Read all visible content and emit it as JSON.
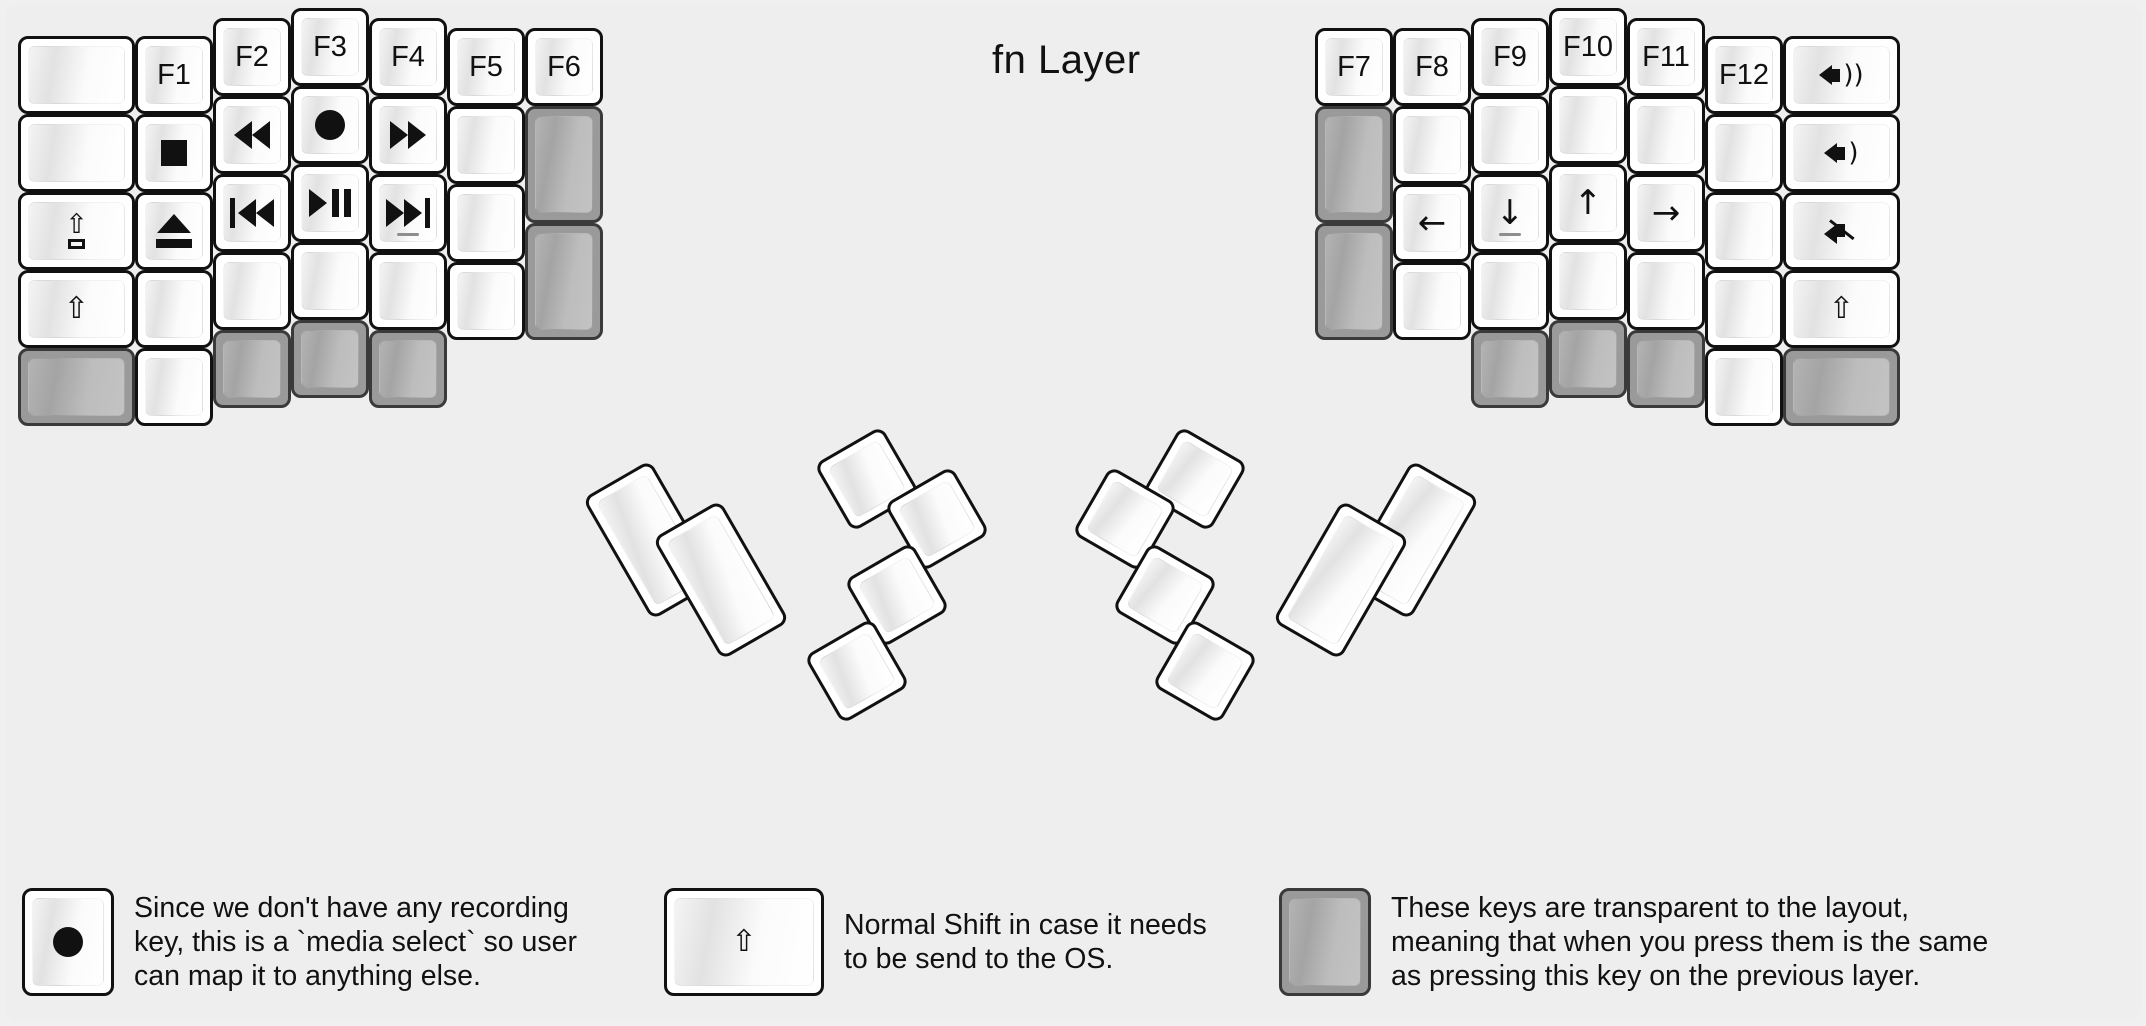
{
  "title": "fn Layer",
  "colors": {
    "background": "#f0f0f0",
    "frame": "#eeeeee",
    "key_outline": "#111111",
    "key_face_light": "#ffffff",
    "transparent_key": "#9a9a9a",
    "legend_text": "#111111"
  },
  "left_half": {
    "name": "left-keyboard-half",
    "columns": [
      {
        "name": "col-pinky-outer",
        "keys": [
          {
            "name": "key-blank-r1c1",
            "label": "",
            "glyph": "none",
            "state": "normal"
          },
          {
            "name": "key-blank-r2c1",
            "label": "",
            "glyph": "none",
            "state": "normal"
          },
          {
            "name": "key-caps-lock",
            "label": "",
            "glyph": "caps-lock-arrow",
            "state": "normal"
          },
          {
            "name": "key-shift-left",
            "label": "",
            "glyph": "shift-arrow",
            "state": "normal"
          },
          {
            "name": "key-transparent-r5c1",
            "label": "",
            "glyph": "none",
            "state": "transparent"
          }
        ]
      },
      {
        "name": "col-pinky",
        "keys": [
          {
            "name": "key-f1",
            "label": "F1",
            "glyph": "text",
            "state": "normal"
          },
          {
            "name": "key-media-stop",
            "label": "",
            "glyph": "media-stop",
            "state": "normal"
          },
          {
            "name": "key-media-eject",
            "label": "",
            "glyph": "media-eject",
            "state": "normal"
          },
          {
            "name": "key-blank-r4c2",
            "label": "",
            "glyph": "none",
            "state": "normal"
          },
          {
            "name": "key-blank-r5c2",
            "label": "",
            "glyph": "none",
            "state": "normal"
          }
        ]
      },
      {
        "name": "col-ring",
        "keys": [
          {
            "name": "key-f2",
            "label": "F2",
            "glyph": "text",
            "state": "normal"
          },
          {
            "name": "key-media-rewind",
            "label": "",
            "glyph": "media-rewind",
            "state": "normal"
          },
          {
            "name": "key-media-prev-track",
            "label": "",
            "glyph": "media-prev-track",
            "state": "normal"
          },
          {
            "name": "key-blank-r4c3",
            "label": "",
            "glyph": "none",
            "state": "normal"
          },
          {
            "name": "key-transparent-r5c3",
            "label": "",
            "glyph": "none",
            "state": "transparent"
          }
        ]
      },
      {
        "name": "col-middle",
        "keys": [
          {
            "name": "key-f3",
            "label": "F3",
            "glyph": "text",
            "state": "normal"
          },
          {
            "name": "key-media-record",
            "label": "",
            "glyph": "media-record",
            "state": "normal"
          },
          {
            "name": "key-media-play-pause",
            "label": "",
            "glyph": "media-play-pause",
            "state": "normal"
          },
          {
            "name": "key-blank-r4c4",
            "label": "",
            "glyph": "none",
            "state": "normal"
          },
          {
            "name": "key-transparent-r5c4",
            "label": "",
            "glyph": "none",
            "state": "transparent"
          }
        ]
      },
      {
        "name": "col-index",
        "keys": [
          {
            "name": "key-f4",
            "label": "F4",
            "glyph": "text",
            "state": "normal"
          },
          {
            "name": "key-media-fast-forward",
            "label": "",
            "glyph": "media-fast-forward",
            "state": "normal"
          },
          {
            "name": "key-media-next-track",
            "label": "",
            "glyph": "media-next-track",
            "state": "normal",
            "homing": true
          },
          {
            "name": "key-blank-r4c5",
            "label": "",
            "glyph": "none",
            "state": "normal"
          },
          {
            "name": "key-transparent-r5c5",
            "label": "",
            "glyph": "none",
            "state": "transparent"
          }
        ]
      },
      {
        "name": "col-index-inner",
        "keys": [
          {
            "name": "key-f5",
            "label": "F5",
            "glyph": "text",
            "state": "normal"
          },
          {
            "name": "key-blank-r2c6",
            "label": "",
            "glyph": "none",
            "state": "normal"
          },
          {
            "name": "key-blank-r3c6",
            "label": "",
            "glyph": "none",
            "state": "normal"
          },
          {
            "name": "key-blank-r4c6",
            "label": "",
            "glyph": "none",
            "state": "normal"
          }
        ]
      },
      {
        "name": "col-inner",
        "keys": [
          {
            "name": "key-f6",
            "label": "F6",
            "glyph": "text",
            "state": "normal"
          },
          {
            "name": "key-transparent-tall-1",
            "label": "",
            "glyph": "none",
            "state": "transparent"
          },
          {
            "name": "key-transparent-tall-2",
            "label": "",
            "glyph": "none",
            "state": "transparent"
          }
        ]
      }
    ],
    "thumb_cluster": {
      "name": "left-thumb-cluster",
      "keys": [
        {
          "name": "thumb-key-l1",
          "label": "",
          "glyph": "none",
          "state": "normal"
        },
        {
          "name": "thumb-key-l2",
          "label": "",
          "glyph": "none",
          "state": "normal"
        },
        {
          "name": "thumb-key-l3",
          "label": "",
          "glyph": "none",
          "state": "normal"
        },
        {
          "name": "thumb-key-l4",
          "label": "",
          "glyph": "none",
          "state": "normal"
        },
        {
          "name": "thumb-key-l5",
          "label": "",
          "glyph": "none",
          "state": "normal"
        },
        {
          "name": "thumb-key-l6",
          "label": "",
          "glyph": "none",
          "state": "normal"
        }
      ]
    }
  },
  "right_half": {
    "name": "right-keyboard-half",
    "columns": [
      {
        "name": "col-r-inner",
        "keys": [
          {
            "name": "key-f7",
            "label": "F7",
            "glyph": "text",
            "state": "normal"
          },
          {
            "name": "key-transparent-r-tall-1",
            "label": "",
            "glyph": "none",
            "state": "transparent"
          },
          {
            "name": "key-transparent-r-tall-2",
            "label": "",
            "glyph": "none",
            "state": "transparent"
          }
        ]
      },
      {
        "name": "col-r-index-inner",
        "keys": [
          {
            "name": "key-f8",
            "label": "F8",
            "glyph": "text",
            "state": "normal"
          },
          {
            "name": "key-blank-r2c8",
            "label": "",
            "glyph": "none",
            "state": "normal"
          },
          {
            "name": "key-arrow-left",
            "label": "",
            "glyph": "arrow-left",
            "state": "normal"
          },
          {
            "name": "key-blank-r4c8",
            "label": "",
            "glyph": "none",
            "state": "normal"
          }
        ]
      },
      {
        "name": "col-r-index",
        "keys": [
          {
            "name": "key-f9",
            "label": "F9",
            "glyph": "text",
            "state": "normal"
          },
          {
            "name": "key-blank-r2c9",
            "label": "",
            "glyph": "none",
            "state": "normal"
          },
          {
            "name": "key-arrow-down",
            "label": "",
            "glyph": "arrow-down",
            "state": "normal",
            "homing": true
          },
          {
            "name": "key-blank-r4c9",
            "label": "",
            "glyph": "none",
            "state": "normal"
          },
          {
            "name": "key-transparent-r5c9",
            "label": "",
            "glyph": "none",
            "state": "transparent"
          }
        ]
      },
      {
        "name": "col-r-middle",
        "keys": [
          {
            "name": "key-f10",
            "label": "F10",
            "glyph": "text",
            "state": "normal"
          },
          {
            "name": "key-blank-r2c10",
            "label": "",
            "glyph": "none",
            "state": "normal"
          },
          {
            "name": "key-arrow-up",
            "label": "",
            "glyph": "arrow-up",
            "state": "normal"
          },
          {
            "name": "key-blank-r4c10",
            "label": "",
            "glyph": "none",
            "state": "normal"
          },
          {
            "name": "key-transparent-r5c10",
            "label": "",
            "glyph": "none",
            "state": "transparent"
          }
        ]
      },
      {
        "name": "col-r-ring",
        "keys": [
          {
            "name": "key-f11",
            "label": "F11",
            "glyph": "text",
            "state": "normal"
          },
          {
            "name": "key-blank-r2c11",
            "label": "",
            "glyph": "none",
            "state": "normal"
          },
          {
            "name": "key-arrow-right",
            "label": "",
            "glyph": "arrow-right",
            "state": "normal"
          },
          {
            "name": "key-blank-r4c11",
            "label": "",
            "glyph": "none",
            "state": "normal"
          },
          {
            "name": "key-transparent-r5c11",
            "label": "",
            "glyph": "none",
            "state": "transparent"
          }
        ]
      },
      {
        "name": "col-r-pinky",
        "keys": [
          {
            "name": "key-f12",
            "label": "F12",
            "glyph": "text",
            "state": "normal"
          },
          {
            "name": "key-blank-r2c12",
            "label": "",
            "glyph": "none",
            "state": "normal"
          },
          {
            "name": "key-blank-r3c12",
            "label": "",
            "glyph": "none",
            "state": "normal"
          },
          {
            "name": "key-blank-r4c12",
            "label": "",
            "glyph": "none",
            "state": "normal"
          },
          {
            "name": "key-blank-r5c12",
            "label": "",
            "glyph": "none",
            "state": "normal"
          }
        ]
      },
      {
        "name": "col-r-pinky-outer",
        "keys": [
          {
            "name": "key-volume-up",
            "label": "",
            "glyph": "volume-up",
            "state": "normal"
          },
          {
            "name": "key-volume-down",
            "label": "",
            "glyph": "volume-down",
            "state": "normal"
          },
          {
            "name": "key-volume-mute",
            "label": "",
            "glyph": "volume-mute",
            "state": "normal"
          },
          {
            "name": "key-shift-right",
            "label": "",
            "glyph": "shift-arrow",
            "state": "normal"
          },
          {
            "name": "key-transparent-r5c13",
            "label": "",
            "glyph": "none",
            "state": "transparent"
          }
        ]
      }
    ],
    "thumb_cluster": {
      "name": "right-thumb-cluster",
      "keys": [
        {
          "name": "thumb-key-r1",
          "label": "",
          "glyph": "none",
          "state": "normal"
        },
        {
          "name": "thumb-key-r2",
          "label": "",
          "glyph": "none",
          "state": "normal"
        },
        {
          "name": "thumb-key-r3",
          "label": "",
          "glyph": "none",
          "state": "normal"
        },
        {
          "name": "thumb-key-r4",
          "label": "",
          "glyph": "none",
          "state": "normal"
        },
        {
          "name": "thumb-key-r5",
          "label": "",
          "glyph": "none",
          "state": "normal"
        },
        {
          "name": "thumb-key-r6",
          "label": "",
          "glyph": "none",
          "state": "normal"
        }
      ]
    }
  },
  "legend": [
    {
      "name": "legend-media-select",
      "key_glyph": "media-record",
      "key_state": "normal",
      "text": "Since we don't have any recording\nkey, this is a `media select` so user\ncan map it to anything else."
    },
    {
      "name": "legend-normal-shift",
      "key_glyph": "shift-arrow",
      "key_state": "normal",
      "text": "Normal Shift in case it needs\nto be send to the OS."
    },
    {
      "name": "legend-transparent",
      "key_glyph": "none",
      "key_state": "transparent",
      "text": "These keys are transparent to the layout,\nmeaning that when you press them is the same\nas pressing this key on the previous layer."
    }
  ]
}
